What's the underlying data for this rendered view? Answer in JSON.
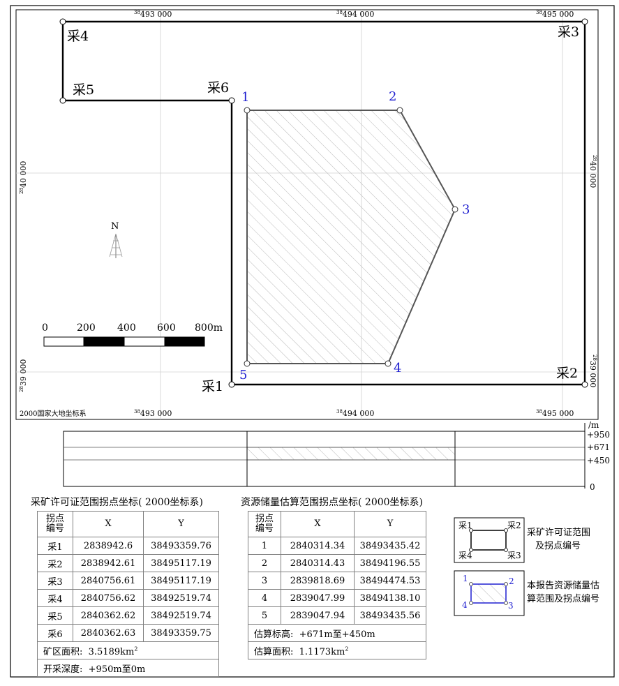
{
  "map": {
    "coord_system": "2000国家大地坐标系",
    "grid_top": [
      {
        "sup": "38",
        "main": "493 000"
      },
      {
        "sup": "38",
        "main": "494 000"
      },
      {
        "sup": "38",
        "main": "495 000"
      }
    ],
    "grid_bottom": [
      {
        "sup": "38",
        "main": "493 000"
      },
      {
        "sup": "38",
        "main": "494 000"
      },
      {
        "sup": "38",
        "main": "495 000"
      }
    ],
    "grid_left": [
      {
        "sup": "28",
        "main": "40 000"
      },
      {
        "sup": "28",
        "main": "39 000"
      }
    ],
    "grid_right": [
      {
        "sup": "28",
        "main": "40 000"
      },
      {
        "sup": "28",
        "main": "39 000"
      }
    ],
    "north_label": "N",
    "scale": {
      "labels": [
        "0",
        "200",
        "400",
        "600",
        "800m"
      ]
    },
    "license_point_labels": [
      "采1",
      "采2",
      "采3",
      "采4",
      "采5",
      "采6"
    ],
    "reserve_point_labels": [
      "1",
      "2",
      "3",
      "4",
      "5"
    ],
    "colors": {
      "license_boundary": "#000000",
      "reserve_boundary": "#555555",
      "reserve_label": "#1f1fd0",
      "hatch": "#b8b8b8"
    }
  },
  "section": {
    "unit": "/m",
    "elevations": [
      "+950",
      "+671",
      "+450",
      "0"
    ]
  },
  "license_table": {
    "title": "采矿许可证范围拐点坐标( 2000坐标系)",
    "header": {
      "no_line1": "拐点",
      "no_line2": "编号",
      "x": "X",
      "y": "Y"
    },
    "rows": [
      {
        "no": "采1",
        "x": "2838942.6",
        "y": "38493359.76"
      },
      {
        "no": "采2",
        "x": "2838942.61",
        "y": "38495117.19"
      },
      {
        "no": "采3",
        "x": "2840756.61",
        "y": "38495117.19"
      },
      {
        "no": "采4",
        "x": "2840756.62",
        "y": "38492519.74"
      },
      {
        "no": "采5",
        "x": "2840362.62",
        "y": "38492519.74"
      },
      {
        "no": "采6",
        "x": "2840362.63",
        "y": "38493359.75"
      }
    ],
    "area_label": "矿区面积:",
    "area_value": "3.5189km",
    "area_sup": "2",
    "depth_label": "开采深度:",
    "depth_value": "+950m至0m"
  },
  "reserve_table": {
    "title": "资源储量估算范围拐点坐标( 2000坐标系)",
    "header": {
      "no_line1": "拐点",
      "no_line2": "编号",
      "x": "X",
      "y": "Y"
    },
    "rows": [
      {
        "no": "1",
        "x": "2840314.34",
        "y": "38493435.42"
      },
      {
        "no": "2",
        "x": "2840314.43",
        "y": "38494196.55"
      },
      {
        "no": "3",
        "x": "2839818.69",
        "y": "38494474.53"
      },
      {
        "no": "4",
        "x": "2839047.99",
        "y": "38494138.10"
      },
      {
        "no": "5",
        "x": "2839047.94",
        "y": "38493435.56"
      }
    ],
    "elev_label": "估算标高:",
    "elev_value": "+671m至+450m",
    "area_label": "估算面积:",
    "area_value": "1.1173km",
    "area_sup": "2"
  },
  "legend": {
    "license_box_labels": [
      "采1",
      "采2",
      "采4",
      "采3"
    ],
    "license_text_line1": "采矿许可证范围",
    "license_text_line2": "及拐点编号",
    "reserve_box_labels": [
      "1",
      "2",
      "4",
      "3"
    ],
    "reserve_text_line1": "本报告资源储量估",
    "reserve_text_line2": "算范围及拐点编号"
  }
}
